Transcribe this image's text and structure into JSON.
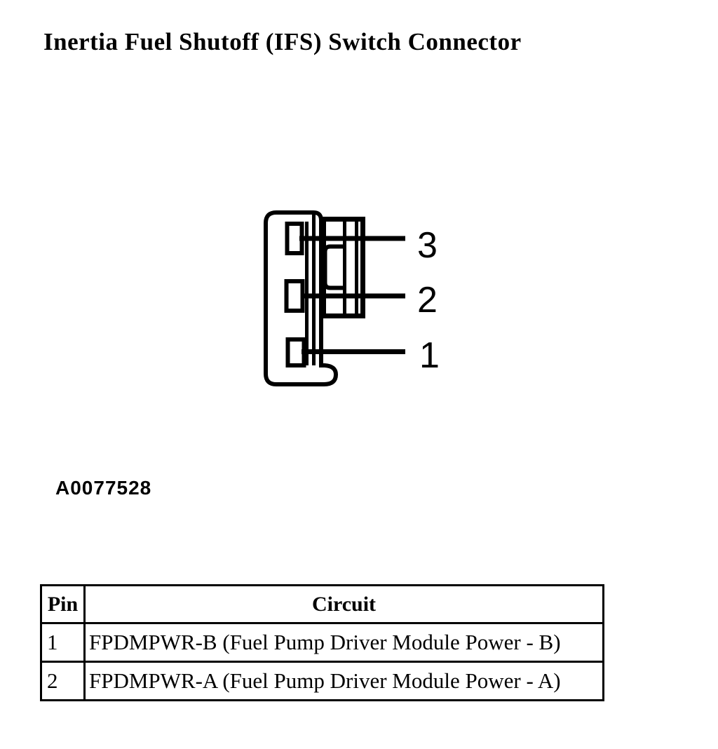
{
  "doc": {
    "title": "Inertia Fuel Shutoff (IFS) Switch Connector"
  },
  "diagram": {
    "figure_id": "A0077528",
    "pin_labels": [
      "3",
      "2",
      "1"
    ]
  },
  "table": {
    "columns": [
      "Pin",
      "Circuit"
    ],
    "rows": [
      {
        "pin": "1",
        "circuit": "FPDMPWR-B (Fuel Pump Driver Module Power - B)"
      },
      {
        "pin": "2",
        "circuit": "FPDMPWR-A (Fuel Pump Driver Module Power - A)"
      }
    ]
  },
  "colors": {
    "ink": "#000000",
    "background": "#ffffff"
  }
}
